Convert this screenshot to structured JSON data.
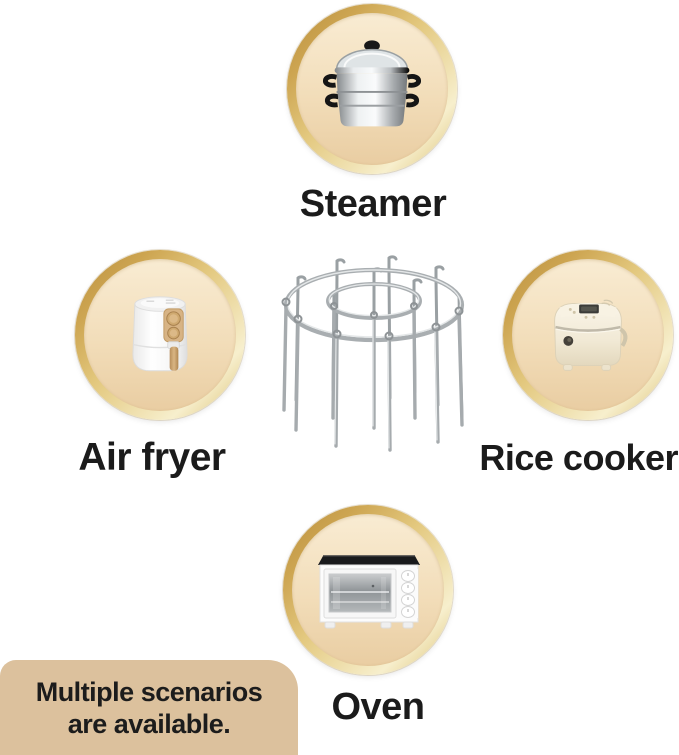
{
  "center": {
    "item_name": "stainless-steel-skewer-rack"
  },
  "scenarios": {
    "steamer": {
      "label": "Steamer"
    },
    "air_fryer": {
      "label": "Air fryer"
    },
    "rice_cooker": {
      "label": "Rice cooker"
    },
    "oven": {
      "label": "Oven"
    }
  },
  "callout": {
    "line1": "Multiple scenarios",
    "line2": "are available."
  },
  "icons": {
    "steamer": "steamer-pot-icon",
    "air_fryer": "air-fryer-icon",
    "rice_cooker": "rice-cooker-icon",
    "oven": "toaster-oven-icon",
    "center": "skewer-rack-image"
  },
  "colors": {
    "background": "#ffffff",
    "ring_gold_dark": "#b98e3e",
    "ring_gold_light": "#f7efcd",
    "badge_bg_top": "#f9ecd3",
    "badge_bg_bottom": "#e9cda2",
    "callout_bg": "#dcc19d",
    "text": "#1b1b1b",
    "steel_wire": "#a9aeb1"
  }
}
